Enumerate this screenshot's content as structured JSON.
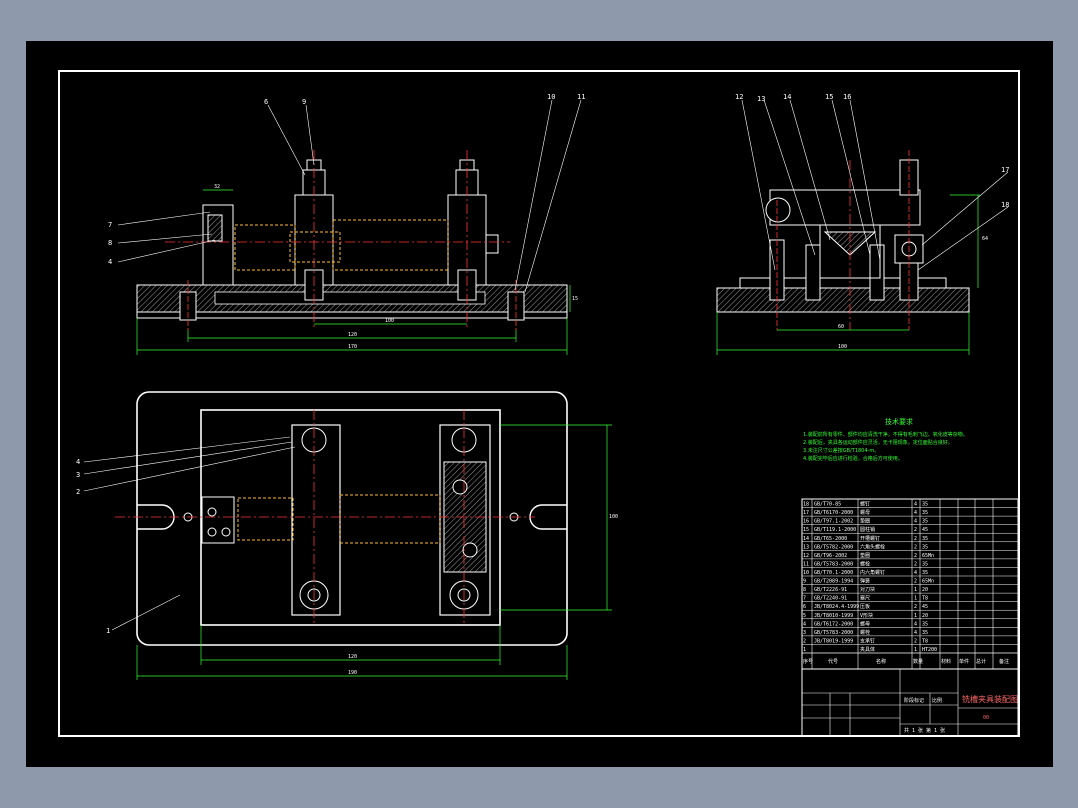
{
  "callouts": {
    "front": [
      "6",
      "9",
      "10",
      "11",
      "7",
      "8",
      "4"
    ],
    "side": [
      "12",
      "13",
      "14",
      "15",
      "16",
      "17",
      "18"
    ],
    "top": [
      "4",
      "3",
      "2",
      "1"
    ]
  },
  "tech_notes": {
    "title": "技术要求",
    "lines": [
      "1.装配前所有零件、部件均应清洗干净，不得有毛刺飞边、氧化皮等杂物。",
      "2.装配后，夹具各运动部件应灵活，无卡阻现象，定位面贴合良好。",
      "3.未注尺寸公差按GB/T1804-m。",
      "4.装配完毕后应进行检验，合格后方可使用。"
    ]
  },
  "parts_header": [
    "序号",
    "代号",
    "名称",
    "数量",
    "材料",
    "单件",
    "总计",
    "备注"
  ],
  "parts": [
    {
      "no": "18",
      "code": "GB/T70-85",
      "name": "螺钉",
      "qty": "4",
      "mat": "35"
    },
    {
      "no": "17",
      "code": "GB/T6170-2000",
      "name": "螺母",
      "qty": "4",
      "mat": "35"
    },
    {
      "no": "16",
      "code": "GB/T97.1-2002",
      "name": "垫圈",
      "qty": "4",
      "mat": "35"
    },
    {
      "no": "15",
      "code": "GB/T119.1-2000",
      "name": "圆柱销",
      "qty": "2",
      "mat": "45"
    },
    {
      "no": "14",
      "code": "GB/T65-2000",
      "name": "开槽螺钉",
      "qty": "2",
      "mat": "35"
    },
    {
      "no": "13",
      "code": "GB/T5782-2000",
      "name": "六角头螺栓",
      "qty": "2",
      "mat": "35"
    },
    {
      "no": "12",
      "code": "GB/T96-2002",
      "name": "垫圈",
      "qty": "2",
      "mat": "65Mn"
    },
    {
      "no": "11",
      "code": "GB/T5783-2000",
      "name": "螺栓",
      "qty": "2",
      "mat": "35"
    },
    {
      "no": "10",
      "code": "GB/T70.1-2000",
      "name": "内六角螺钉",
      "qty": "4",
      "mat": "35"
    },
    {
      "no": "9",
      "code": "GB/T2089-1994",
      "name": "弹簧",
      "qty": "2",
      "mat": "65Mn"
    },
    {
      "no": "8",
      "code": "GB/T2226-91",
      "name": "对刀块",
      "qty": "1",
      "mat": "20"
    },
    {
      "no": "7",
      "code": "GB/T2240-91",
      "name": "塞尺",
      "qty": "1",
      "mat": "T8"
    },
    {
      "no": "6",
      "code": "JB/T8024.4-1999",
      "name": "压板",
      "qty": "2",
      "mat": "45"
    },
    {
      "no": "5",
      "code": "JB/T8010-1999",
      "name": "V形块",
      "qty": "1",
      "mat": "20"
    },
    {
      "no": "4",
      "code": "GB/T6172-2000",
      "name": "螺母",
      "qty": "4",
      "mat": "35"
    },
    {
      "no": "3",
      "code": "GB/T5783-2000",
      "name": "螺栓",
      "qty": "4",
      "mat": "35"
    },
    {
      "no": "2",
      "code": "JB/T8019-1999",
      "name": "支承钉",
      "qty": "2",
      "mat": "T8"
    },
    {
      "no": "1",
      "code": "",
      "name": "夹具体",
      "qty": "1",
      "mat": "HT200"
    }
  ],
  "title_block": {
    "title": "铣槽夹具装配图",
    "drawing_no": "00",
    "scale_label": "比例",
    "sheet": "共 1 张 第 1 张",
    "stage_label": "阶段标记"
  },
  "dimensions": {
    "front_overall": "170",
    "front_center": "120",
    "front_inner": "100",
    "front_height": "15",
    "front_top": "32",
    "side_overall": "100",
    "side_inner": "60",
    "side_height": "64",
    "top_overall": "190",
    "top_inner": "120",
    "top_height": "100"
  },
  "colors": {
    "frame": "#ffffff",
    "dimension": "#33ff33",
    "centerline": "#ff3333",
    "hidden": "#ffbb33",
    "background": "#000000",
    "outer": "#8e9aab"
  }
}
